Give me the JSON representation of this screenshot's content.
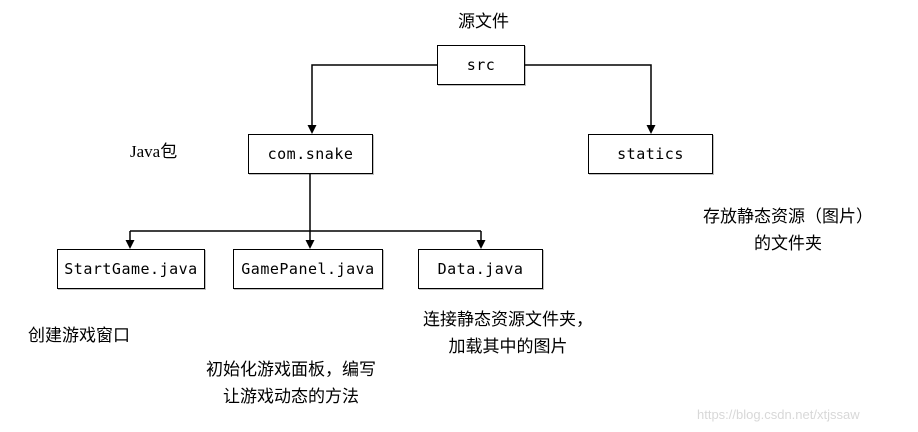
{
  "diagram": {
    "labels": {
      "source_file": "源文件",
      "java_package": "Java包"
    },
    "nodes": {
      "src": "src",
      "com_snake": "com.snake",
      "statics": "statics",
      "start_game": "StartGame.java",
      "game_panel": "GamePanel.java",
      "data_java": "Data.java"
    },
    "annotations": {
      "statics_note_line1": "存放静态资源（图片）",
      "statics_note_line2": "的文件夹",
      "start_game_note": "创建游戏窗口",
      "game_panel_note_line1": "初始化游戏面板，编写",
      "game_panel_note_line2": "让游戏动态的方法",
      "data_note_line1": "连接静态资源文件夹，",
      "data_note_line2": "加载其中的图片"
    },
    "watermark": "https://blog.csdn.net/xtjssaw",
    "colors": {
      "line": "#000000",
      "box_border": "#000000",
      "watermark": "#d8d8d8"
    }
  }
}
